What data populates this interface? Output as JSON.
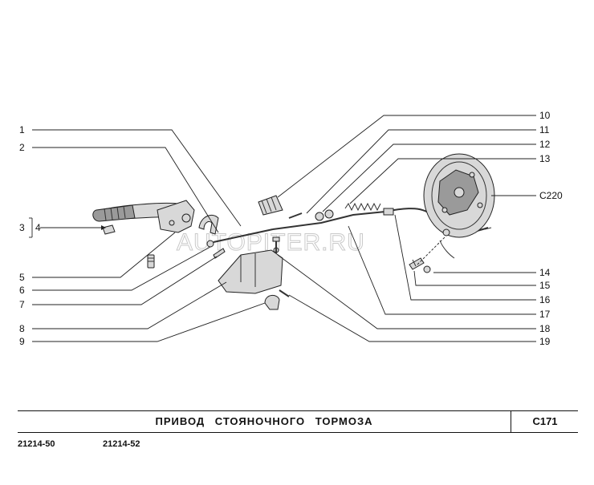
{
  "callouts": {
    "c1": "1",
    "c2": "2",
    "c3": "3",
    "c4": "4",
    "c5": "5",
    "c6": "6",
    "c7": "7",
    "c8": "8",
    "c9": "9",
    "c10": "10",
    "c11": "11",
    "c12": "12",
    "c13": "13",
    "c14": "14",
    "c15": "15",
    "c16": "16",
    "c17": "17",
    "c18": "18",
    "c19": "19",
    "c220": "C220"
  },
  "watermark": "AUTOPITER.RU",
  "title_block": {
    "title": "ПРИВОД СТОЯНОЧНОГО ТОРМОЗА",
    "code": "C171"
  },
  "footer": {
    "model_a": "21214-50",
    "model_b": "21214-52"
  }
}
